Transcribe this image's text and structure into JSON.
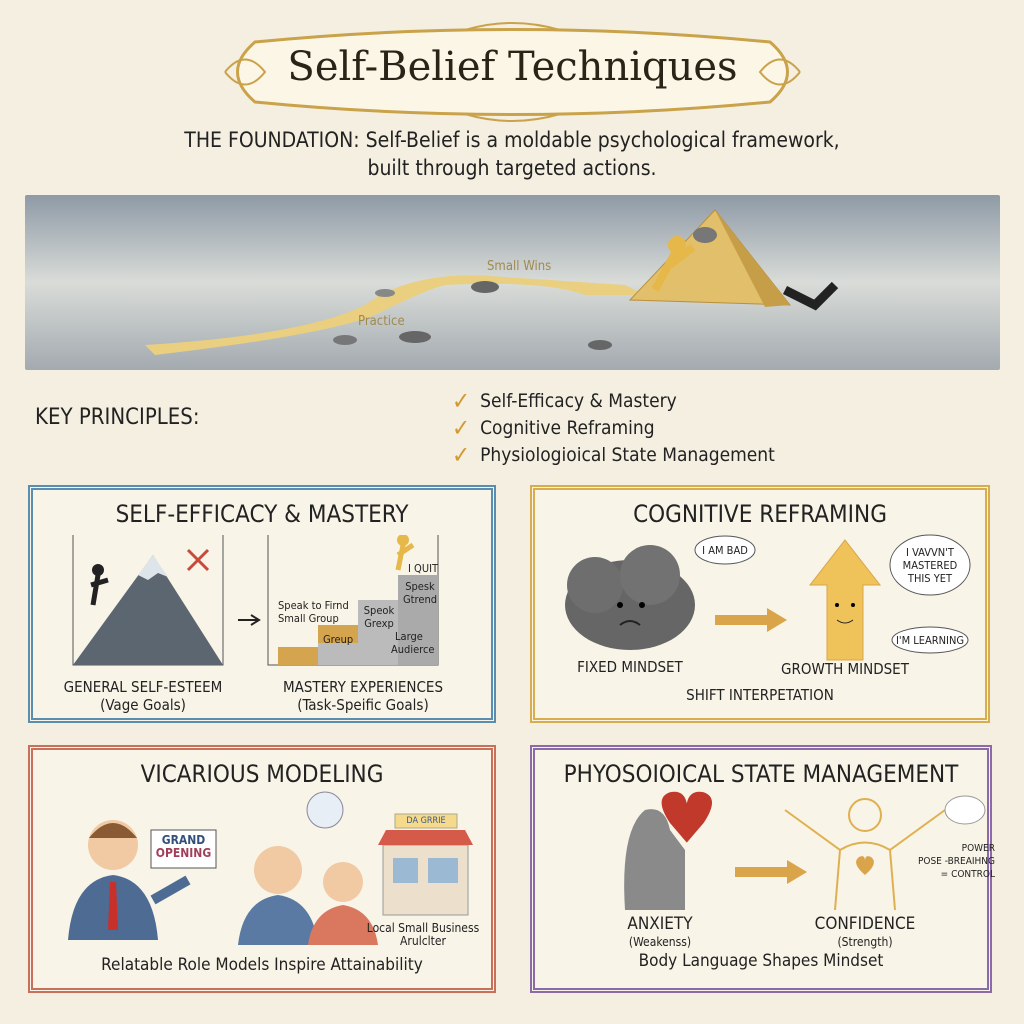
{
  "title": "Self-Belief Techniques",
  "foundation": {
    "line1": "THE FOUNDATION: Self-Belief is a moldable psychological framework,",
    "line2": "built through targeted actions."
  },
  "scene": {
    "path_labels": [
      "Small Wins",
      "Practice"
    ]
  },
  "key_principles": {
    "heading": "KEY PRINCIPLES:",
    "items": [
      "Self-Efficacy & Mastery",
      "Cognitive Reframing",
      "Physiologioical State Management"
    ]
  },
  "panels": {
    "self_efficacy": {
      "title": "SELF-EFFICACY & MASTERY",
      "left_label": "GENERAL SELF-ESTEEM",
      "left_sub": "(Vage Goals)",
      "right_label": "MASTERY EXPERIENCES",
      "right_sub": "(Task-Speific Goals)",
      "steps": [
        "Speak to Firnd",
        "Small Group",
        "Greup",
        "Speok Grexp",
        "Spesk Gtrend",
        "I QUIT",
        "Large",
        "Audierce"
      ],
      "color": "#5b8db0"
    },
    "cognitive": {
      "title": "COGNITIVE REFRAMING",
      "bubble1": "I AM BAD",
      "bubble2": [
        "I VAVVN'T",
        "MASTERED",
        "THIS YET"
      ],
      "bubble3": "I'M LEARNING",
      "left_label": "FIXED MINDSET",
      "right_label": "GROWTH MINDSET",
      "caption": "SHIFT INTERPETATION",
      "color": "#d8ad4e"
    },
    "vicarious": {
      "title": "VICARIOUS MODELING",
      "sign": [
        "GRAND",
        "OPENING"
      ],
      "store_sign": "DA GRRIE",
      "store_label": [
        "Local Small Business",
        "Arulclter"
      ],
      "caption": "Relatable Role Models Inspire Attainability",
      "color": "#c8705a"
    },
    "physio": {
      "title": "PHYOSOIOICAL STATE MANAGEMENT",
      "left_label": "ANXIETY",
      "left_sub": "(Weakenss)",
      "right_label": "CONFIDENCE",
      "right_sub": "(Strength)",
      "note": [
        "POWER",
        "POSE  -BREAIHNG",
        "= CONTROL"
      ],
      "caption": "Body Language Shapes Mindset",
      "color": "#8a6aa8"
    }
  }
}
